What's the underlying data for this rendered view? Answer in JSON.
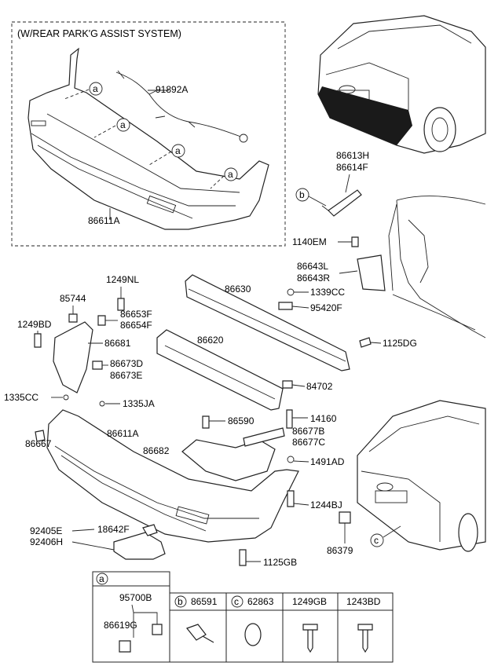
{
  "inset": {
    "title": "(W/REAR PARK'G ASSIST SYSTEM)",
    "wire_label": "91892A",
    "bumper_label": "86611A"
  },
  "callouts": {
    "a": "a",
    "b": "b",
    "c": "c"
  },
  "labels": {
    "p86613H": "86613H",
    "p86614F": "86614F",
    "p1140EM": "1140EM",
    "p86643L": "86643L",
    "p86643R": "86643R",
    "p1249NL": "1249NL",
    "p85744": "85744",
    "p86630": "86630",
    "p1339CC": "1339CC",
    "p86653F": "86653F",
    "p86654F": "86654F",
    "p95420F": "95420F",
    "p1249BD": "1249BD",
    "p86681": "86681",
    "p86620": "86620",
    "p1125DG": "1125DG",
    "p86673D": "86673D",
    "p86673E": "86673E",
    "p84702": "84702",
    "p1335CC": "1335CC",
    "p1335JA": "1335JA",
    "p14160": "14160",
    "p86590": "86590",
    "p86677B": "86677B",
    "p86677C": "86677C",
    "p86611A": "86611A",
    "p86682": "86682",
    "p86667": "86667",
    "p1491AD": "1491AD",
    "p1244BJ": "1244BJ",
    "p92405E": "92405E",
    "p92406H": "92406H",
    "p18642F": "18642F",
    "p86379": "86379",
    "p1125GB": "1125GB"
  },
  "table": {
    "a_header": "a",
    "a_part1": "95700B",
    "a_part2": "86619G",
    "b_header": "b",
    "b_part": "86591",
    "c_header": "c",
    "c_part": "62863",
    "col4": "1249GB",
    "col5": "1243BD"
  }
}
